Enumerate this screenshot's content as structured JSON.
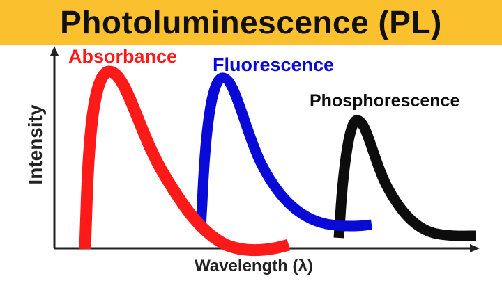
{
  "title": "Photoluminescence (PL)",
  "colors": {
    "title_band": "#fbc02d",
    "background": "#ffffff",
    "absorbance": "#ff1a1a",
    "fluorescence": "#0a0ad6",
    "phosphorescence": "#0d0d0d",
    "axes": "#222222"
  },
  "axes": {
    "xlabel": "Wavelength (λ)",
    "ylabel": "Intensity"
  },
  "curves": [
    {
      "key": "absorbance",
      "label": "Absorbance"
    },
    {
      "key": "fluorescence",
      "label": "Fluorescence"
    },
    {
      "key": "phosphorescence",
      "label": "Phosphorescence"
    }
  ]
}
